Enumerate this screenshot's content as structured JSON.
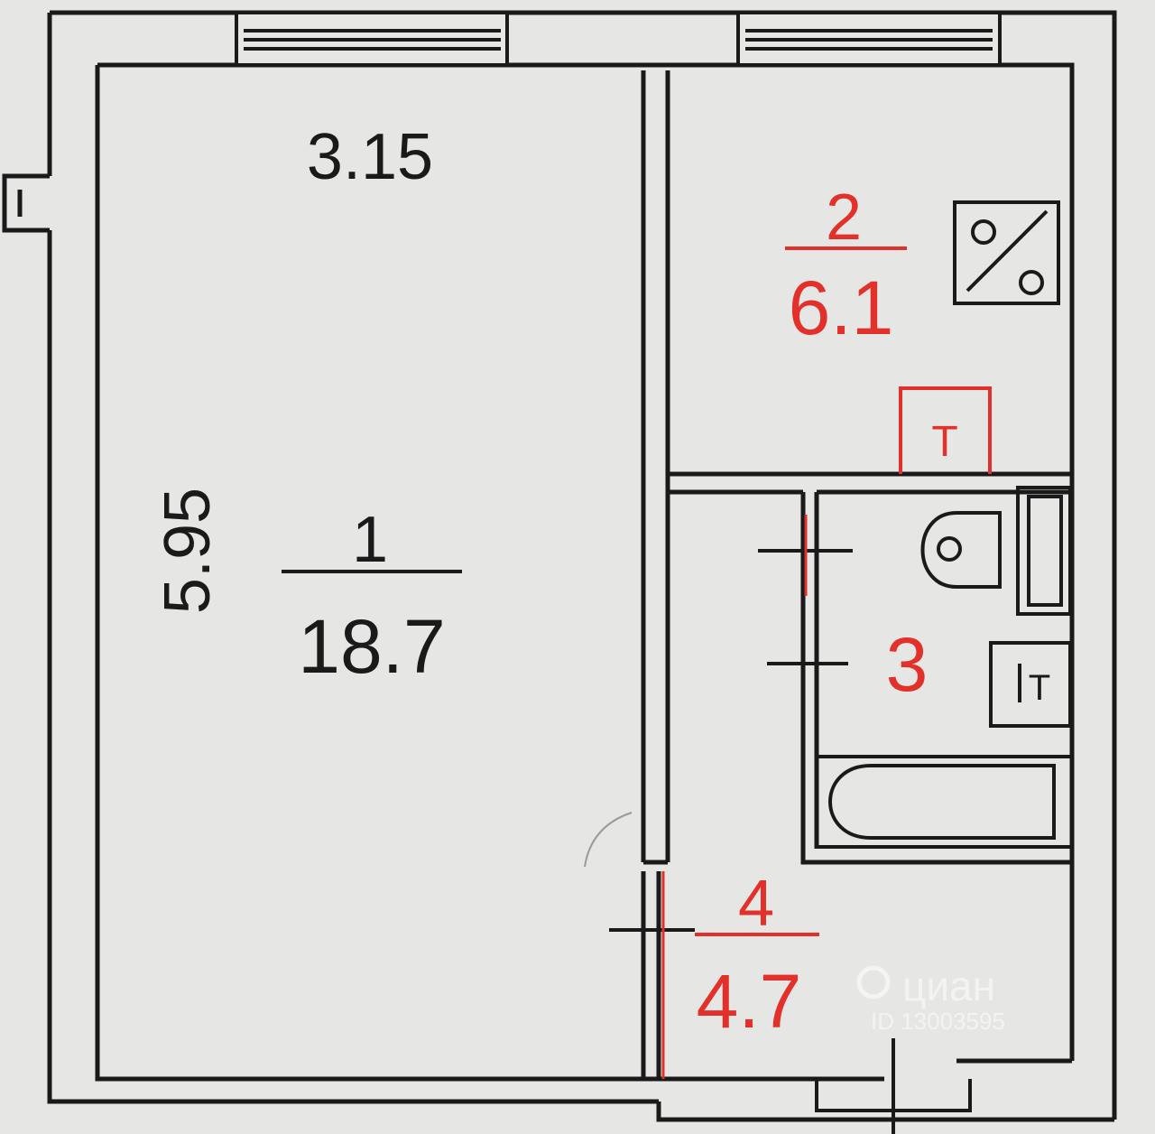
{
  "dimensions": {
    "width": "3.15",
    "length": "5.95"
  },
  "rooms": [
    {
      "number": "1",
      "area": "18.7"
    },
    {
      "number": "2",
      "area": "6.1"
    },
    {
      "number": "3"
    },
    {
      "number": "4",
      "area": "4.7"
    }
  ],
  "marks": {
    "riser_left": "Т",
    "riser_right": "Т"
  },
  "watermark": {
    "brand": "циан",
    "id": "ID 13003595"
  },
  "colors": {
    "wall": "#1a1a1a",
    "paper": "#e6e6e4",
    "accent_red": "#e2302b"
  },
  "icons": [
    "stove-icon",
    "toilet-icon",
    "bathtub-icon",
    "sink-icon"
  ]
}
